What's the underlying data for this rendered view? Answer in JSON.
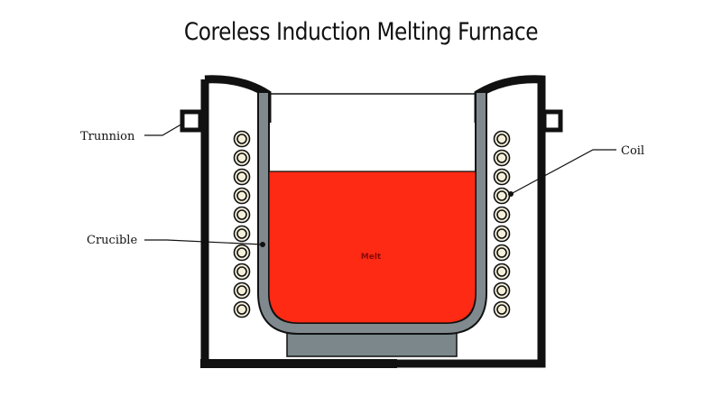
{
  "title": "Coreless Induction Melting Furnace",
  "labels": {
    "trunnion": "Trunnion",
    "crucible": "Crucible",
    "coil": "Coil",
    "melt": "Melt"
  },
  "colors": {
    "furnace_wall": "#111111",
    "crucible_wall": "#808a8e",
    "melt": "#ff2a14",
    "coil_fill": "#f5f0da",
    "base_block": "#7b878b"
  },
  "coil_turns_per_side": 10
}
